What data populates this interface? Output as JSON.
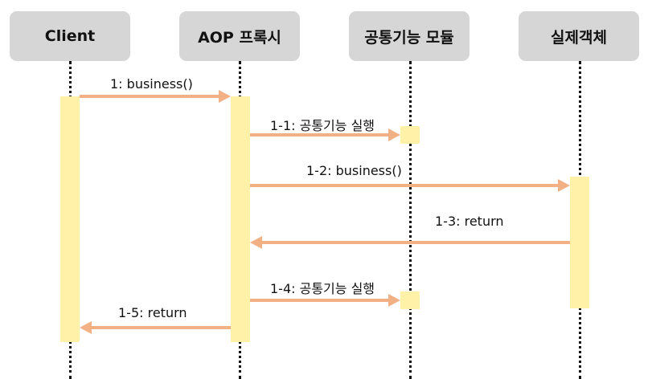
{
  "participants": [
    {
      "label": "Client"
    },
    {
      "label": "AOP 프록시"
    },
    {
      "label": "공통기능 모듈"
    },
    {
      "label": "실제객체"
    }
  ],
  "messages": [
    {
      "label": "1: business()"
    },
    {
      "label": "1-1: 공통기능 실행"
    },
    {
      "label": "1-2: business()"
    },
    {
      "label": "1-3: return"
    },
    {
      "label": "1-4: 공통기능 실행"
    },
    {
      "label": "1-5: return"
    }
  ],
  "colors": {
    "participant_box": "#d6d6d6",
    "activation": "#fff2a8",
    "arrow": "#f2b184"
  }
}
